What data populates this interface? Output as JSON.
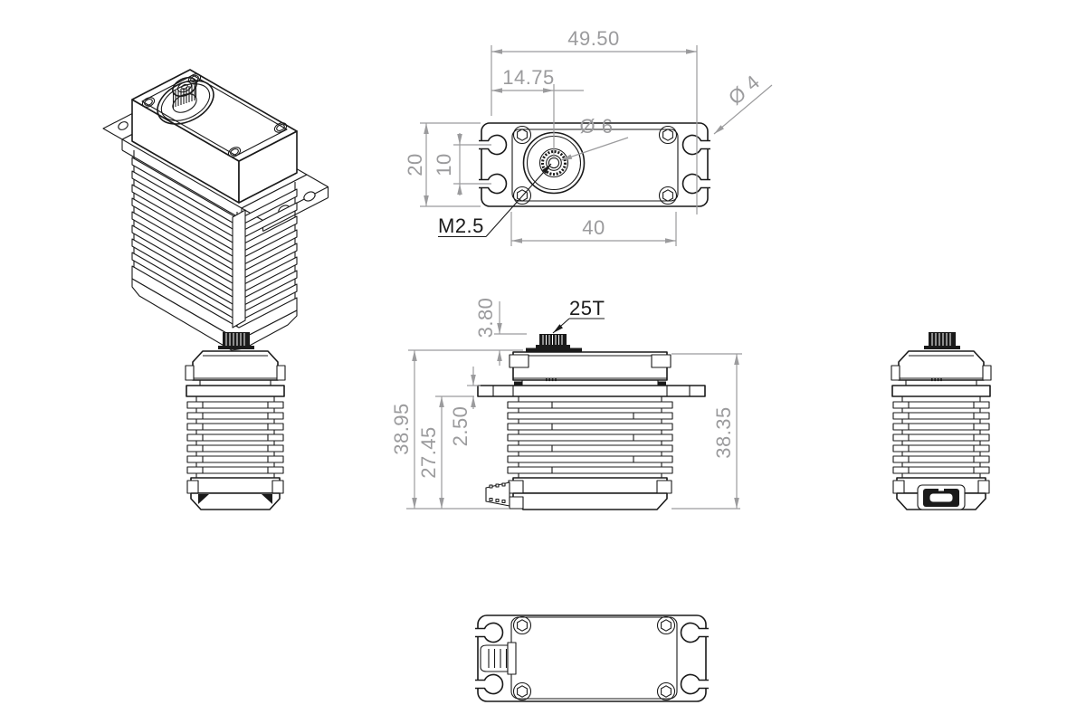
{
  "colors": {
    "background": "#ffffff",
    "line": "#1a1a1a",
    "dimension": "#9b9b9d"
  },
  "views": {
    "top": {
      "dims": {
        "overall_length": "49.50",
        "shaft_offset": "14.75",
        "mount_hole_dia": "Ø 4",
        "shaft_boss_dia": "Ø 6",
        "case_width": "20",
        "slot_spacing": "10",
        "horn_screw": "M2.5",
        "screw_spacing": "40"
      }
    },
    "front": {
      "dims": {
        "spline": "25T",
        "spline_height": "3.80",
        "overall_height": "38.95",
        "lower_height": "27.45",
        "flange_thickness": "2.50",
        "case_height": "38.35"
      }
    }
  }
}
